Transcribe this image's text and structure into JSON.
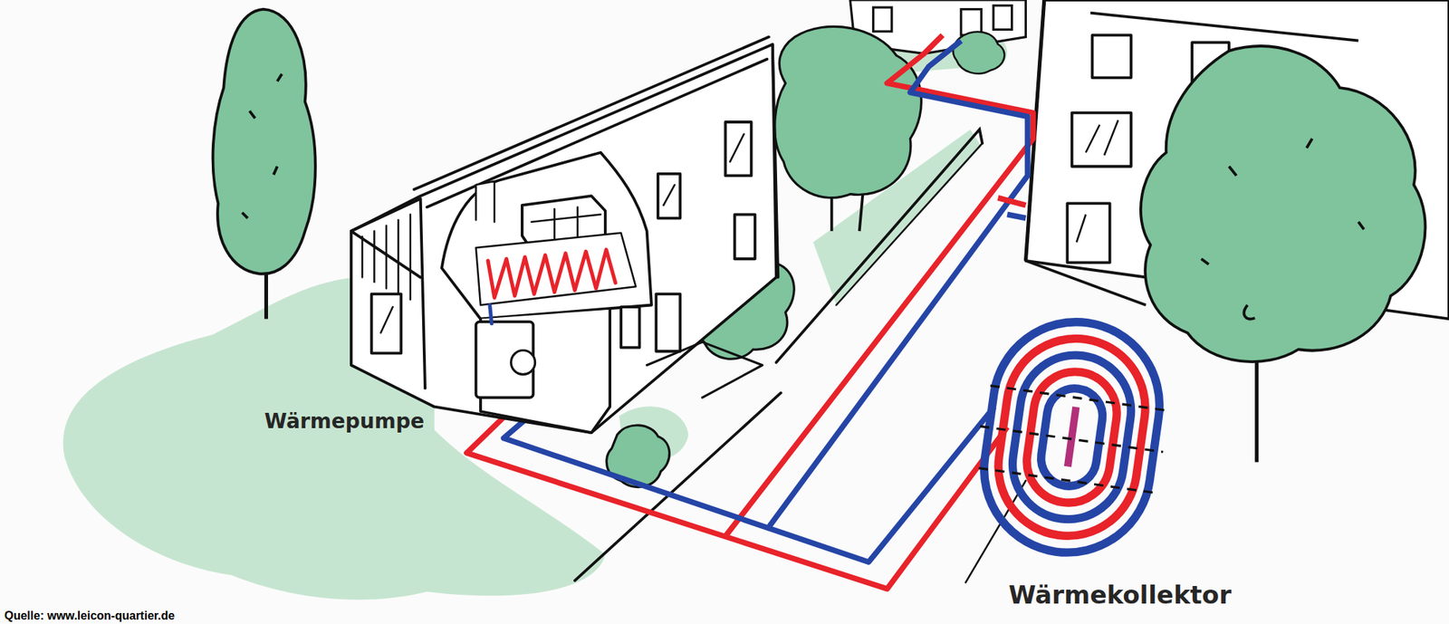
{
  "diagram": {
    "labels": [
      "Wärmepumpe",
      "Wärmekollektor",
      "Quelle: www.leicon-quartier.de"
    ]
  }
}
